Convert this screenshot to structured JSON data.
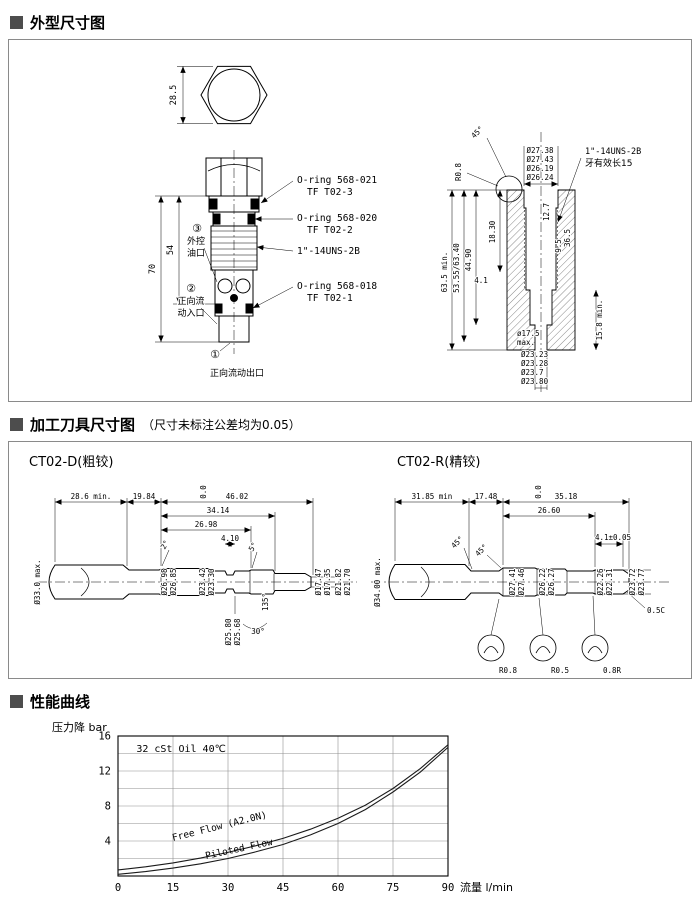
{
  "headers": {
    "s1": "外型尺寸图",
    "s2": "加工刀具尺寸图",
    "s2_note": "（尺寸未标注公差均为0.05）",
    "s3": "性能曲线"
  },
  "outline": {
    "hex_dim": "28.5",
    "dim_total": "70",
    "dim_mid": "54",
    "port3": {
      "num": "③",
      "l1": "外控",
      "l2": "油口"
    },
    "port2": {
      "num": "②",
      "l1": "正向流",
      "l2": "动入口"
    },
    "port1": {
      "num": "①",
      "label": "正向流动出口"
    },
    "callouts": [
      {
        "l1": "O-ring 568-021",
        "l2": "TF T02-3"
      },
      {
        "l1": "O-ring 568-020",
        "l2": "TF T02-2"
      },
      {
        "l1": "1\"-14UNS-2B",
        "l2": ""
      },
      {
        "l1": "O-ring 568-018",
        "l2": "TF T02-1"
      }
    ],
    "sec": {
      "angle": "45°",
      "radius": "R0.8",
      "stack": [
        "Ø27.38",
        "Ø27.43",
        "Ø26.19",
        "Ø26.24"
      ],
      "thread": "1\"-14UNS-2B",
      "thread_note": "牙有效长15",
      "left_dims": [
        "63.5 min.",
        "53.55/63.40",
        "44.90"
      ],
      "inner_dims": {
        "a": "18.30",
        "b": "4.1",
        "c": "12.7",
        "d": "9.5",
        "e": "36.5",
        "f": "15.8 min."
      },
      "bottom_dims": [
        "ø17.5",
        "max.",
        "Ø23.23",
        "Ø23.28",
        "Ø23.7",
        "Ø23.80"
      ]
    }
  },
  "tooling": {
    "d": {
      "title": "CT02-D(粗铰)",
      "top_dims": [
        "28.6 min.",
        "19.84",
        "46.02",
        "34.14",
        "26.98",
        "4.10"
      ],
      "datum": "0.0",
      "angles": [
        "2°",
        "5°",
        "135°",
        "30°"
      ],
      "dia_max": "Ø33.0 max.",
      "pairs": [
        [
          "Ø26.98",
          "Ø26.85"
        ],
        [
          "Ø23.42",
          "Ø23.30"
        ],
        [
          "Ø25.80",
          "Ø25.68"
        ],
        [
          "Ø17.47",
          "Ø17.35"
        ],
        [
          "Ø21.82",
          "Ø21.70"
        ]
      ]
    },
    "r": {
      "title": "CT02-R(精铰)",
      "top_dims": [
        "31.85 min",
        "17.48",
        "35.18",
        "26.60",
        "4.1±0.05"
      ],
      "datum": "0.0",
      "angles": [
        "45°",
        "45°"
      ],
      "dia_max": "Ø34.00 max.",
      "pairs": [
        [
          "Ø27.41",
          "Ø27.46"
        ],
        [
          "Ø26.22",
          "Ø26.27"
        ],
        [
          "Ø22.26",
          "Ø22.31"
        ],
        [
          "Ø23.72",
          "Ø23.77"
        ]
      ],
      "chamfer": "0.5C",
      "radii": [
        "R0.8",
        "R0.5",
        "0.8R"
      ]
    }
  },
  "chart_data": {
    "type": "line",
    "title": "",
    "xlabel": "流量 l/min",
    "ylabel": "压力降 bar",
    "annotation": "32 cSt Oil 40℃",
    "xlim": [
      0,
      90
    ],
    "ylim": [
      0,
      16
    ],
    "x_ticks": [
      0,
      15,
      30,
      45,
      60,
      75,
      90
    ],
    "y_ticks": [
      4,
      8,
      12,
      16
    ],
    "x_grid_step": 15,
    "y_grid_step": 2,
    "grid": true,
    "legend_position": "on-curve",
    "series": [
      {
        "name": "Free Flow (A2.0N)",
        "x": [
          0,
          7.5,
          15,
          22.5,
          30,
          37.5,
          45,
          52.5,
          60,
          67.5,
          75,
          82.5,
          90
        ],
        "y": [
          0.7,
          1.05,
          1.5,
          2.05,
          2.7,
          3.45,
          4.3,
          5.35,
          6.6,
          8.1,
          10.0,
          12.3,
          15.0
        ],
        "label_x": 15,
        "label_y": 4.0,
        "label_angle": -14
      },
      {
        "name": "Piloted Flow",
        "x": [
          0,
          7.5,
          15,
          22.5,
          30,
          37.5,
          45,
          52.5,
          60,
          67.5,
          75,
          82.5,
          90
        ],
        "y": [
          0.2,
          0.5,
          0.9,
          1.4,
          2.0,
          2.75,
          3.6,
          4.7,
          6.0,
          7.6,
          9.6,
          11.9,
          14.7
        ],
        "label_x": 24,
        "label_y": 1.95,
        "label_angle": -12
      }
    ]
  }
}
